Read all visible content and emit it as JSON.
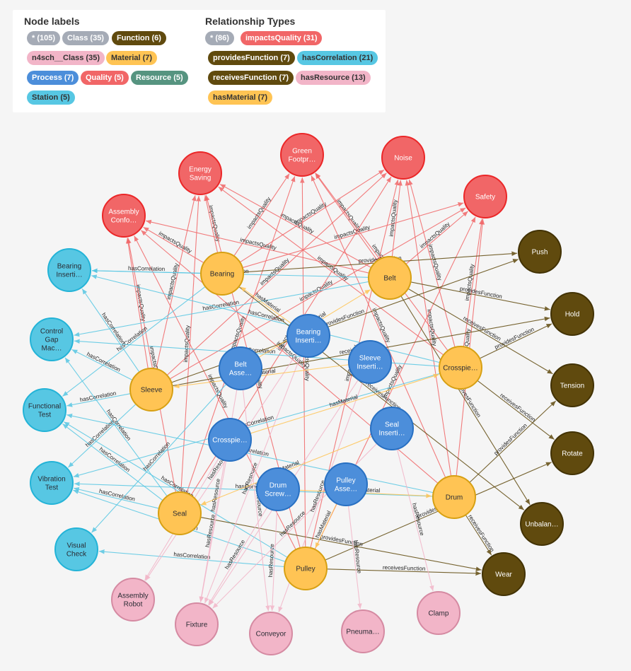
{
  "legend": {
    "node_labels_title": "Node labels",
    "rel_types_title": "Relationship Types",
    "node_labels": [
      {
        "text": "* (105)",
        "color": "#a5abb6",
        "dark": false
      },
      {
        "text": "Class (35)",
        "color": "#a5abb6",
        "dark": false
      },
      {
        "text": "Function (6)",
        "color": "#604a0e",
        "dark": false
      },
      {
        "text": "n4sch__Class (35)",
        "color": "#f2b5c8",
        "dark": true
      },
      {
        "text": "Material (7)",
        "color": "#ffc454",
        "dark": true
      },
      {
        "text": "Process (7)",
        "color": "#4c8eda",
        "dark": false
      },
      {
        "text": "Quality (5)",
        "color": "#f16667",
        "dark": false
      },
      {
        "text": "Resource (5)",
        "color": "#569480",
        "dark": false
      },
      {
        "text": "Station (5)",
        "color": "#57c7e3",
        "dark": true
      }
    ],
    "rel_types": [
      {
        "text": "* (86)",
        "color": "#a5abb6",
        "dark": false
      },
      {
        "text": "impactsQuality (31)",
        "color": "#f16667",
        "dark": false
      },
      {
        "text": "providesFunction (7)",
        "color": "#604a0e",
        "dark": false
      },
      {
        "text": "hasCorrelation (21)",
        "color": "#57c7e3",
        "dark": true
      },
      {
        "text": "receivesFunction (7)",
        "color": "#604a0e",
        "dark": false
      },
      {
        "text": "hasResource (13)",
        "color": "#f2b5c8",
        "dark": true
      },
      {
        "text": "hasMaterial (7)",
        "color": "#ffc454",
        "dark": true
      }
    ]
  },
  "colors": {
    "quality": {
      "fill": "#f16667",
      "stroke": "#eb2728",
      "text": "#ffffff"
    },
    "function": {
      "fill": "#604a0e",
      "stroke": "#423204",
      "text": "#ffffff"
    },
    "station": {
      "fill": "#57c7e3",
      "stroke": "#23b3d7",
      "text": "#2a2c34"
    },
    "resource": {
      "fill": "#f2b5c8",
      "stroke": "#d58aa2",
      "text": "#2a2c34"
    },
    "material": {
      "fill": "#ffc454",
      "stroke": "#d7a013",
      "text": "#2a2c34"
    },
    "process": {
      "fill": "#4c8eda",
      "stroke": "#2870c2",
      "text": "#ffffff"
    },
    "impactsQuality": "#f16667",
    "hasCorrelation": "#57c7e3",
    "providesFunction": "#604a0e",
    "receivesFunction": "#604a0e",
    "hasResource": "#f2b5c8",
    "hasMaterial": "#ffc454"
  },
  "nodes": [
    {
      "id": "assembly_comfort",
      "type": "quality",
      "lines": [
        "Assembly",
        "Confo…"
      ]
    },
    {
      "id": "energy_saving",
      "type": "quality",
      "lines": [
        "Energy",
        "Saving"
      ]
    },
    {
      "id": "green_footprint",
      "type": "quality",
      "lines": [
        "Green",
        "Footpr…"
      ]
    },
    {
      "id": "noise",
      "type": "quality",
      "lines": [
        "Noise"
      ]
    },
    {
      "id": "safety",
      "type": "quality",
      "lines": [
        "Safety"
      ]
    },
    {
      "id": "push",
      "type": "function",
      "lines": [
        "Push"
      ]
    },
    {
      "id": "hold",
      "type": "function",
      "lines": [
        "Hold"
      ]
    },
    {
      "id": "tension",
      "type": "function",
      "lines": [
        "Tension"
      ]
    },
    {
      "id": "rotate",
      "type": "function",
      "lines": [
        "Rotate"
      ]
    },
    {
      "id": "unbalance",
      "type": "function",
      "lines": [
        "Unbalan…"
      ]
    },
    {
      "id": "wear",
      "type": "function",
      "lines": [
        "Wear"
      ]
    },
    {
      "id": "bearing_insertion",
      "type": "station",
      "lines": [
        "Bearing",
        "Inserti…"
      ]
    },
    {
      "id": "control_gap",
      "type": "station",
      "lines": [
        "Control",
        "Gap",
        "Mac…"
      ]
    },
    {
      "id": "functional_test",
      "type": "station",
      "lines": [
        "Functional",
        "Test"
      ]
    },
    {
      "id": "vibration_test",
      "type": "station",
      "lines": [
        "Vibration",
        "Test"
      ]
    },
    {
      "id": "visual_check",
      "type": "station",
      "lines": [
        "Visual",
        "Check"
      ]
    },
    {
      "id": "assembly_robot",
      "type": "resource",
      "lines": [
        "Assembly",
        "Robot"
      ]
    },
    {
      "id": "fixture",
      "type": "resource",
      "lines": [
        "Fixture"
      ]
    },
    {
      "id": "conveyor",
      "type": "resource",
      "lines": [
        "Conveyor"
      ]
    },
    {
      "id": "pneumatic",
      "type": "resource",
      "lines": [
        "Pneuma…"
      ]
    },
    {
      "id": "clamp",
      "type": "resource",
      "lines": [
        "Clamp"
      ]
    },
    {
      "id": "bearing",
      "type": "material",
      "lines": [
        "Bearing"
      ]
    },
    {
      "id": "belt",
      "type": "material",
      "lines": [
        "Belt"
      ]
    },
    {
      "id": "sleeve",
      "type": "material",
      "lines": [
        "Sleeve"
      ]
    },
    {
      "id": "crosspiece_m",
      "type": "material",
      "lines": [
        "Crosspie…"
      ]
    },
    {
      "id": "drum",
      "type": "material",
      "lines": [
        "Drum"
      ]
    },
    {
      "id": "seal",
      "type": "material",
      "lines": [
        "Seal"
      ]
    },
    {
      "id": "pulley",
      "type": "material",
      "lines": [
        "Pulley"
      ]
    },
    {
      "id": "bearing_insertion_p",
      "type": "process",
      "lines": [
        "Bearing",
        "Inserti…"
      ]
    },
    {
      "id": "belt_assembly",
      "type": "process",
      "lines": [
        "Belt",
        "Asse…"
      ]
    },
    {
      "id": "sleeve_insertion",
      "type": "process",
      "lines": [
        "Sleeve",
        "Inserti…"
      ]
    },
    {
      "id": "crosspiece_p",
      "type": "process",
      "lines": [
        "Crosspie…"
      ]
    },
    {
      "id": "seal_insertion",
      "type": "process",
      "lines": [
        "Seal",
        "Inserti…"
      ]
    },
    {
      "id": "drum_screw",
      "type": "process",
      "lines": [
        "Drum",
        "Screw…"
      ]
    },
    {
      "id": "pulley_assembly",
      "type": "process",
      "lines": [
        "Pulley",
        "Asse…"
      ]
    }
  ],
  "edges": [
    [
      "bearing",
      "assembly_comfort",
      "impactsQuality"
    ],
    [
      "bearing",
      "energy_saving",
      "impactsQuality"
    ],
    [
      "bearing",
      "green_footprint",
      "impactsQuality"
    ],
    [
      "bearing",
      "noise",
      "impactsQuality"
    ],
    [
      "bearing",
      "safety",
      "impactsQuality"
    ],
    [
      "belt",
      "green_footprint",
      "impactsQuality"
    ],
    [
      "belt",
      "noise",
      "impactsQuality"
    ],
    [
      "belt",
      "safety",
      "impactsQuality"
    ],
    [
      "belt",
      "energy_saving",
      "impactsQuality"
    ],
    [
      "belt",
      "assembly_comfort",
      "impactsQuality"
    ],
    [
      "sleeve",
      "assembly_comfort",
      "impactsQuality"
    ],
    [
      "sleeve",
      "energy_saving",
      "impactsQuality"
    ],
    [
      "sleeve",
      "noise",
      "impactsQuality"
    ],
    [
      "sleeve",
      "safety",
      "impactsQuality"
    ],
    [
      "crosspiece_m",
      "noise",
      "impactsQuality"
    ],
    [
      "crosspiece_m",
      "safety",
      "impactsQuality"
    ],
    [
      "crosspiece_m",
      "green_footprint",
      "impactsQuality"
    ],
    [
      "crosspiece_m",
      "energy_saving",
      "impactsQuality"
    ],
    [
      "seal",
      "energy_saving",
      "impactsQuality"
    ],
    [
      "seal",
      "green_footprint",
      "impactsQuality"
    ],
    [
      "seal",
      "noise",
      "impactsQuality"
    ],
    [
      "seal",
      "assembly_comfort",
      "impactsQuality"
    ],
    [
      "drum",
      "noise",
      "impactsQuality"
    ],
    [
      "drum",
      "safety",
      "impactsQuality"
    ],
    [
      "drum",
      "assembly_comfort",
      "impactsQuality"
    ],
    [
      "drum",
      "green_footprint",
      "impactsQuality"
    ],
    [
      "pulley",
      "green_footprint",
      "impactsQuality"
    ],
    [
      "pulley",
      "noise",
      "impactsQuality"
    ],
    [
      "pulley",
      "safety",
      "impactsQuality"
    ],
    [
      "pulley",
      "energy_saving",
      "impactsQuality"
    ],
    [
      "pulley",
      "assembly_comfort",
      "impactsQuality"
    ],
    [
      "bearing",
      "bearing_insertion",
      "hasCorrelation"
    ],
    [
      "bearing",
      "functional_test",
      "hasCorrelation"
    ],
    [
      "belt",
      "control_gap",
      "hasCorrelation"
    ],
    [
      "belt",
      "bearing_insertion",
      "hasCorrelation"
    ],
    [
      "sleeve",
      "bearing_insertion",
      "hasCorrelation"
    ],
    [
      "sleeve",
      "control_gap",
      "hasCorrelation"
    ],
    [
      "sleeve",
      "vibration_test",
      "hasCorrelation"
    ],
    [
      "sleeve",
      "functional_test",
      "hasCorrelation"
    ],
    [
      "seal",
      "functional_test",
      "hasCorrelation"
    ],
    [
      "seal",
      "vibration_test",
      "hasCorrelation"
    ],
    [
      "seal",
      "control_gap",
      "hasCorrelation"
    ],
    [
      "crosspiece_m",
      "bearing_insertion",
      "hasCorrelation"
    ],
    [
      "crosspiece_m",
      "vibration_test",
      "hasCorrelation"
    ],
    [
      "crosspiece_m",
      "control_gap",
      "hasCorrelation"
    ],
    [
      "drum",
      "functional_test",
      "hasCorrelation"
    ],
    [
      "drum",
      "vibration_test",
      "hasCorrelation"
    ],
    [
      "pulley",
      "functional_test",
      "hasCorrelation"
    ],
    [
      "pulley",
      "visual_check",
      "hasCorrelation"
    ],
    [
      "pulley",
      "vibration_test",
      "hasCorrelation"
    ],
    [
      "belt_assembly",
      "visual_check",
      "hasCorrelation"
    ],
    [
      "bearing",
      "push",
      "providesFunction"
    ],
    [
      "belt",
      "hold",
      "providesFunction"
    ],
    [
      "sleeve",
      "push",
      "providesFunction"
    ],
    [
      "drum",
      "tension",
      "providesFunction"
    ],
    [
      "pulley",
      "rotate",
      "providesFunction"
    ],
    [
      "seal",
      "wear",
      "providesFunction"
    ],
    [
      "crosspiece_m",
      "hold",
      "providesFunction"
    ],
    [
      "crosspiece_m",
      "rotate",
      "receivesFunction"
    ],
    [
      "belt",
      "tension",
      "receivesFunction"
    ],
    [
      "belt",
      "unbalance",
      "receivesFunction"
    ],
    [
      "sleeve",
      "hold",
      "receivesFunction"
    ],
    [
      "drum",
      "wear",
      "receivesFunction"
    ],
    [
      "pulley",
      "wear",
      "receivesFunction"
    ],
    [
      "bearing",
      "unbalance",
      "receivesFunction"
    ],
    [
      "bearing_insertion_p",
      "fixture",
      "hasResource"
    ],
    [
      "bearing_insertion_p",
      "assembly_robot",
      "hasResource"
    ],
    [
      "belt_assembly",
      "fixture",
      "hasResource"
    ],
    [
      "belt_assembly",
      "conveyor",
      "hasResource"
    ],
    [
      "crosspiece_p",
      "fixture",
      "hasResource"
    ],
    [
      "crosspiece_p",
      "assembly_robot",
      "hasResource"
    ],
    [
      "drum_screw",
      "conveyor",
      "hasResource"
    ],
    [
      "drum_screw",
      "fixture",
      "hasResource"
    ],
    [
      "pulley_assembly",
      "pneumatic",
      "hasResource"
    ],
    [
      "seal_insertion",
      "clamp",
      "hasResource"
    ],
    [
      "seal_insertion",
      "fixture",
      "hasResource"
    ],
    [
      "sleeve_insertion",
      "fixture",
      "hasResource"
    ],
    [
      "sleeve_insertion",
      "conveyor",
      "hasResource"
    ],
    [
      "bearing_insertion_p",
      "bearing",
      "hasMaterial"
    ],
    [
      "belt_assembly",
      "belt",
      "hasMaterial"
    ],
    [
      "sleeve_insertion",
      "sleeve",
      "hasMaterial"
    ],
    [
      "crosspiece_p",
      "crosspiece_m",
      "hasMaterial"
    ],
    [
      "seal_insertion",
      "seal",
      "hasMaterial"
    ],
    [
      "drum_screw",
      "drum",
      "hasMaterial"
    ],
    [
      "pulley_assembly",
      "pulley",
      "hasMaterial"
    ]
  ]
}
